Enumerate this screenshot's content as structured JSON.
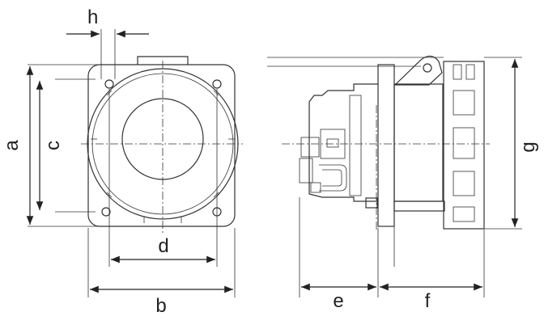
{
  "labels": {
    "h": "h",
    "a": "a",
    "c": "c",
    "d": "d",
    "b": "b",
    "g": "g",
    "e": "e",
    "f": "f"
  }
}
